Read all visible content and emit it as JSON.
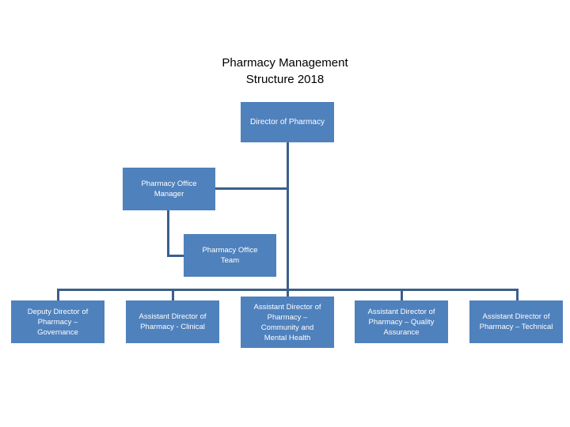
{
  "document": {
    "title_line1": "Pharmacy Management",
    "title_line2": "Structure 2018",
    "title": "Pharmacy Management\nStructure 2018"
  },
  "theme": {
    "box_fill": "#4F81BD",
    "box_text": "#FFFFFF",
    "connector": "#3B5F8A",
    "background": "#FFFFFF",
    "title_text": "#000000"
  },
  "org_chart": {
    "type": "diagram",
    "nodes": [
      {
        "id": "director",
        "label": "Director of Pharmacy",
        "level": 1
      },
      {
        "id": "office-manager",
        "label": "Pharmacy Office\nManager",
        "level": 2
      },
      {
        "id": "office-team",
        "label": "Pharmacy Office\nTeam",
        "level": 3
      },
      {
        "id": "deputy-governance",
        "label": "Deputy Director of\nPharmacy –\nGovernance",
        "level": 2
      },
      {
        "id": "assistant-clinical",
        "label": "Assistant Director of\nPharmacy - Clinical",
        "level": 2
      },
      {
        "id": "assistant-community",
        "label": "Assistant Director of\nPharmacy –\nCommunity and\nMental Health",
        "level": 2
      },
      {
        "id": "assistant-quality",
        "label": "Assistant Director of\nPharmacy – Quality\nAssurance",
        "level": 2
      },
      {
        "id": "assistant-technical",
        "label": "Assistant Director of\nPharmacy – Technical",
        "level": 2
      }
    ],
    "edges": [
      {
        "from": "director",
        "to": "office-manager"
      },
      {
        "from": "office-manager",
        "to": "office-team"
      },
      {
        "from": "director",
        "to": "deputy-governance"
      },
      {
        "from": "director",
        "to": "assistant-clinical"
      },
      {
        "from": "director",
        "to": "assistant-community"
      },
      {
        "from": "director",
        "to": "assistant-quality"
      },
      {
        "from": "director",
        "to": "assistant-technical"
      }
    ]
  }
}
